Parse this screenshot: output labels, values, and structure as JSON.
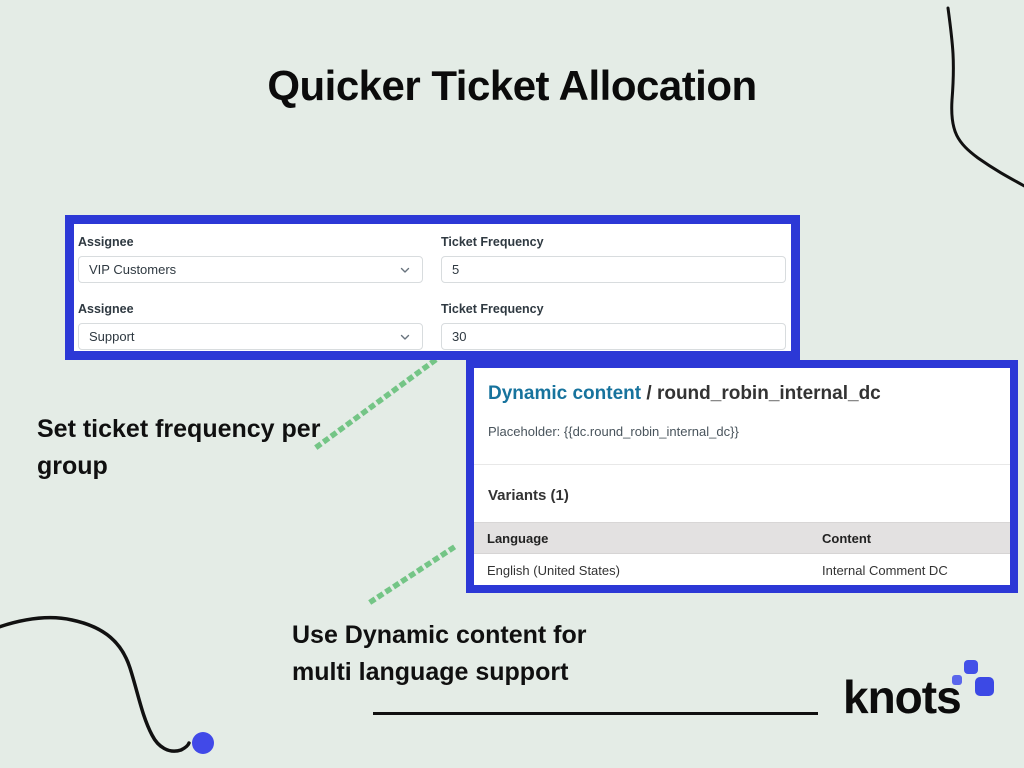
{
  "slide": {
    "title": "Quicker Ticket Allocation",
    "annotation_left": "Set ticket frequency per group",
    "annotation_bottom": "Use Dynamic content for multi language support"
  },
  "assignment_panel": {
    "rows": [
      {
        "assignee_label": "Assignee",
        "assignee_value": "VIP Customers",
        "frequency_label": "Ticket Frequency",
        "frequency_value": "5"
      },
      {
        "assignee_label": "Assignee",
        "assignee_value": "Support",
        "frequency_label": "Ticket Frequency",
        "frequency_value": "30"
      }
    ]
  },
  "dynamic_content_panel": {
    "breadcrumb_link": "Dynamic content",
    "breadcrumb_separator": "/",
    "breadcrumb_name": "round_robin_internal_dc",
    "placeholder_line": "Placeholder: {{dc.round_robin_internal_dc}}",
    "variants_heading": "Variants (1)",
    "table": {
      "headers": [
        "Language",
        "Content"
      ],
      "rows": [
        [
          "English (United States)",
          "Internal Comment DC"
        ]
      ]
    }
  },
  "logo": {
    "text": "knots"
  },
  "colors": {
    "background": "#e4ece6",
    "panel_border": "#2c38d6",
    "accent_blue": "#4149e8",
    "connector_green": "#74c586",
    "link_teal": "#17739d"
  }
}
